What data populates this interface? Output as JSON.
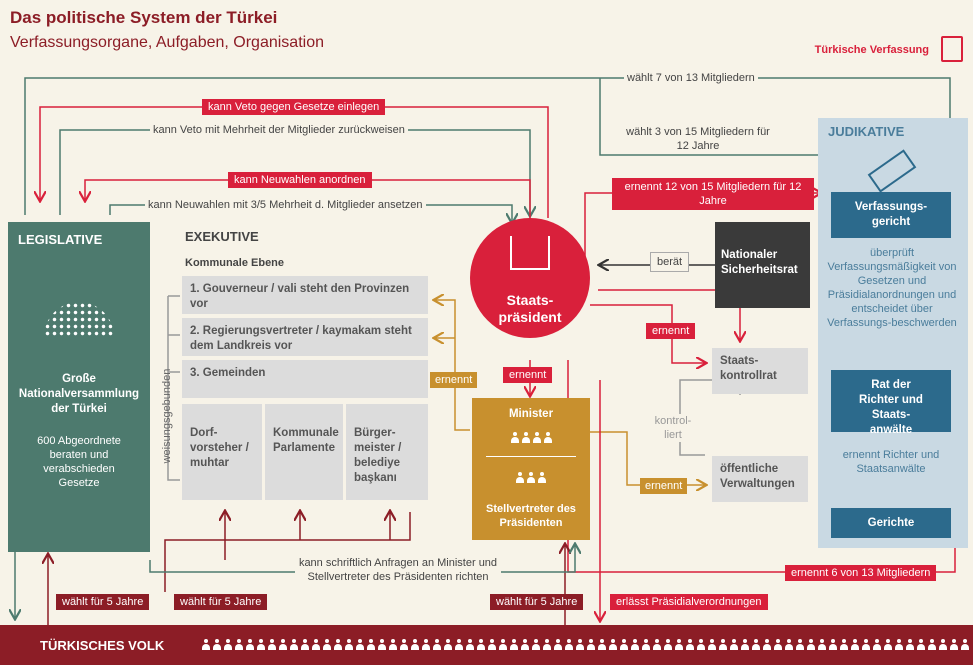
{
  "title": "Das politische System der Türkei",
  "subtitle": "Verfassungsorgane, Aufgaben, Organisation",
  "constitution_label": "Türkische Verfassung",
  "legislative": {
    "header": "LEGISLATIVE",
    "name": "Große Nationalversammlung der Türkei",
    "desc": "600 Abgeordnete beraten und verabschieden Gesetze"
  },
  "executive": {
    "header": "EXEKUTIVE",
    "level": "Kommunale Ebene",
    "items": [
      "1. Gouverneur / vali steht den Provinzen vor",
      "2. Regierungsvertreter / kaymakam steht dem Landkreis vor",
      "3. Gemeinden"
    ],
    "sub_items": [
      "Dorf-vorsteher / muhtar",
      "Kommunale Parlamente",
      "Bürger-meister / belediye başkanı"
    ],
    "weisung": "weisungsgebunden",
    "ernennt_gold": "ernennt",
    "ernennt_red": "ernennt",
    "minister_title": "Minister",
    "stellvertreter": "Stellvertreter des Präsidenten"
  },
  "president": {
    "name": "Staats-präsident"
  },
  "security_council": "Nationaler Sicherheitsrat",
  "beraet": "berät",
  "ernennt_mid": "ernennt",
  "staatskontrollrat": "Staats-kontrollrat",
  "kontrolliert": "kontrol-liert",
  "oeffentliche": "öffentliche Verwaltungen",
  "ernennt_gold2": "ernennt",
  "judicative": {
    "header": "JUDIKATIVE",
    "court": "Verfassungs-gericht",
    "court_desc": "überprüft Verfassungsmäßigkeit von Gesetzen und Präsidialanordnungen und entscheidet über Verfassungs-beschwerden",
    "council": "Rat der Richter und Staats-anwälte",
    "council_desc": "ernennt Richter und Staatsanwälte",
    "courts": "Gerichte"
  },
  "arrows": {
    "waehlt7": "wählt 7 von 13 Mitgliedern",
    "waehlt3": "wählt 3 von 15 Mitgliedern für 12 Jahre",
    "veto_red": "kann Veto gegen Gesetze einlegen",
    "veto_gray": "kann Veto mit Mehrheit der Mitglieder zurückweisen",
    "neuwahl_red": "kann Neuwahlen anordnen",
    "neuwahl_gray": "kann Neuwahlen mit 3/5 Mehrheit d. Mitglieder ansetzen",
    "ernennt12": "ernennt 12 von 15 Mitgliedern für 12 Jahre",
    "ernennt6": "ernennt 6 von 13 Mitgliedern",
    "anfragen": "kann schriftlich Anfragen an Minister und Stellvertreter des Präsidenten richten",
    "waehlt5_a": "wählt für 5 Jahre",
    "waehlt5_b": "wählt für 5 Jahre",
    "waehlt5_c": "wählt für 5 Jahre",
    "erlaesst": "erlässt Präsidialverordnungen"
  },
  "people": "TÜRKISCHES VOLK",
  "colors": {
    "red": "#d9203b",
    "teal": "#4d7a6e",
    "gold": "#c8902e",
    "maroon": "#8c1d26",
    "blue": "#2c6a8c",
    "dark": "#3a3a3a"
  }
}
